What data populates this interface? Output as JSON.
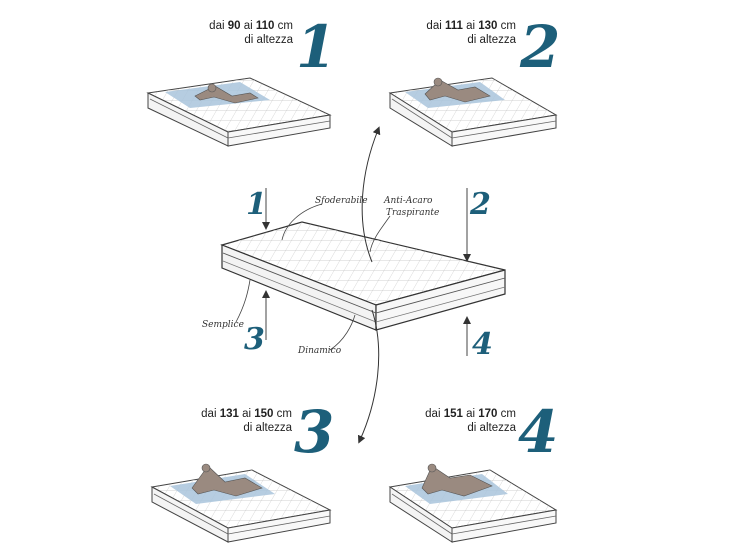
{
  "panels": [
    {
      "num": "1",
      "from": "90",
      "to": "110",
      "prefix": "dai",
      "mid": "ai",
      "unit": "cm",
      "line2": "di altezza"
    },
    {
      "num": "2",
      "from": "111",
      "to": "130",
      "prefix": "dai",
      "mid": "ai",
      "unit": "cm",
      "line2": "di altezza"
    },
    {
      "num": "3",
      "from": "131",
      "to": "150",
      "prefix": "dai",
      "mid": "ai",
      "unit": "cm",
      "line2": "di altezza"
    },
    {
      "num": "4",
      "from": "151",
      "to": "170",
      "prefix": "dai",
      "mid": "ai",
      "unit": "cm",
      "line2": "di altezza"
    }
  ],
  "center": {
    "markers": [
      "1",
      "2",
      "3",
      "4"
    ],
    "labels": {
      "sfoderabile": "Sfoderabile",
      "antiacaro_1": "Anti-Acaro",
      "antiacaro_2": "Traspirante",
      "semplice": "Semplice",
      "dinamico": "Dinamico"
    }
  },
  "colors": {
    "accent": "#1d5f7a",
    "water": "#a9c4dc",
    "figure": "#9a8a80"
  }
}
